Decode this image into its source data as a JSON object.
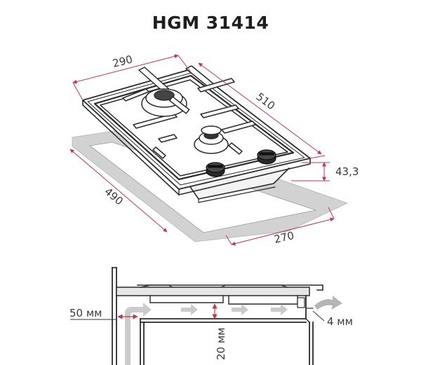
{
  "model": "HGM 31414",
  "dimensions": {
    "top_width": "290",
    "top_depth": "510",
    "height": "43,3",
    "cutout_depth": "490",
    "cutout_width": "270"
  },
  "installation": {
    "gap_side": "50 мм",
    "gap_below": "20 мм",
    "gap_front": "4 мм"
  },
  "colors": {
    "dimension_line": "#c0394b",
    "airflow_arrow": "#c9c9c9",
    "outline": "#2b2b2b",
    "cutout_fill": "#d2d2d2"
  }
}
